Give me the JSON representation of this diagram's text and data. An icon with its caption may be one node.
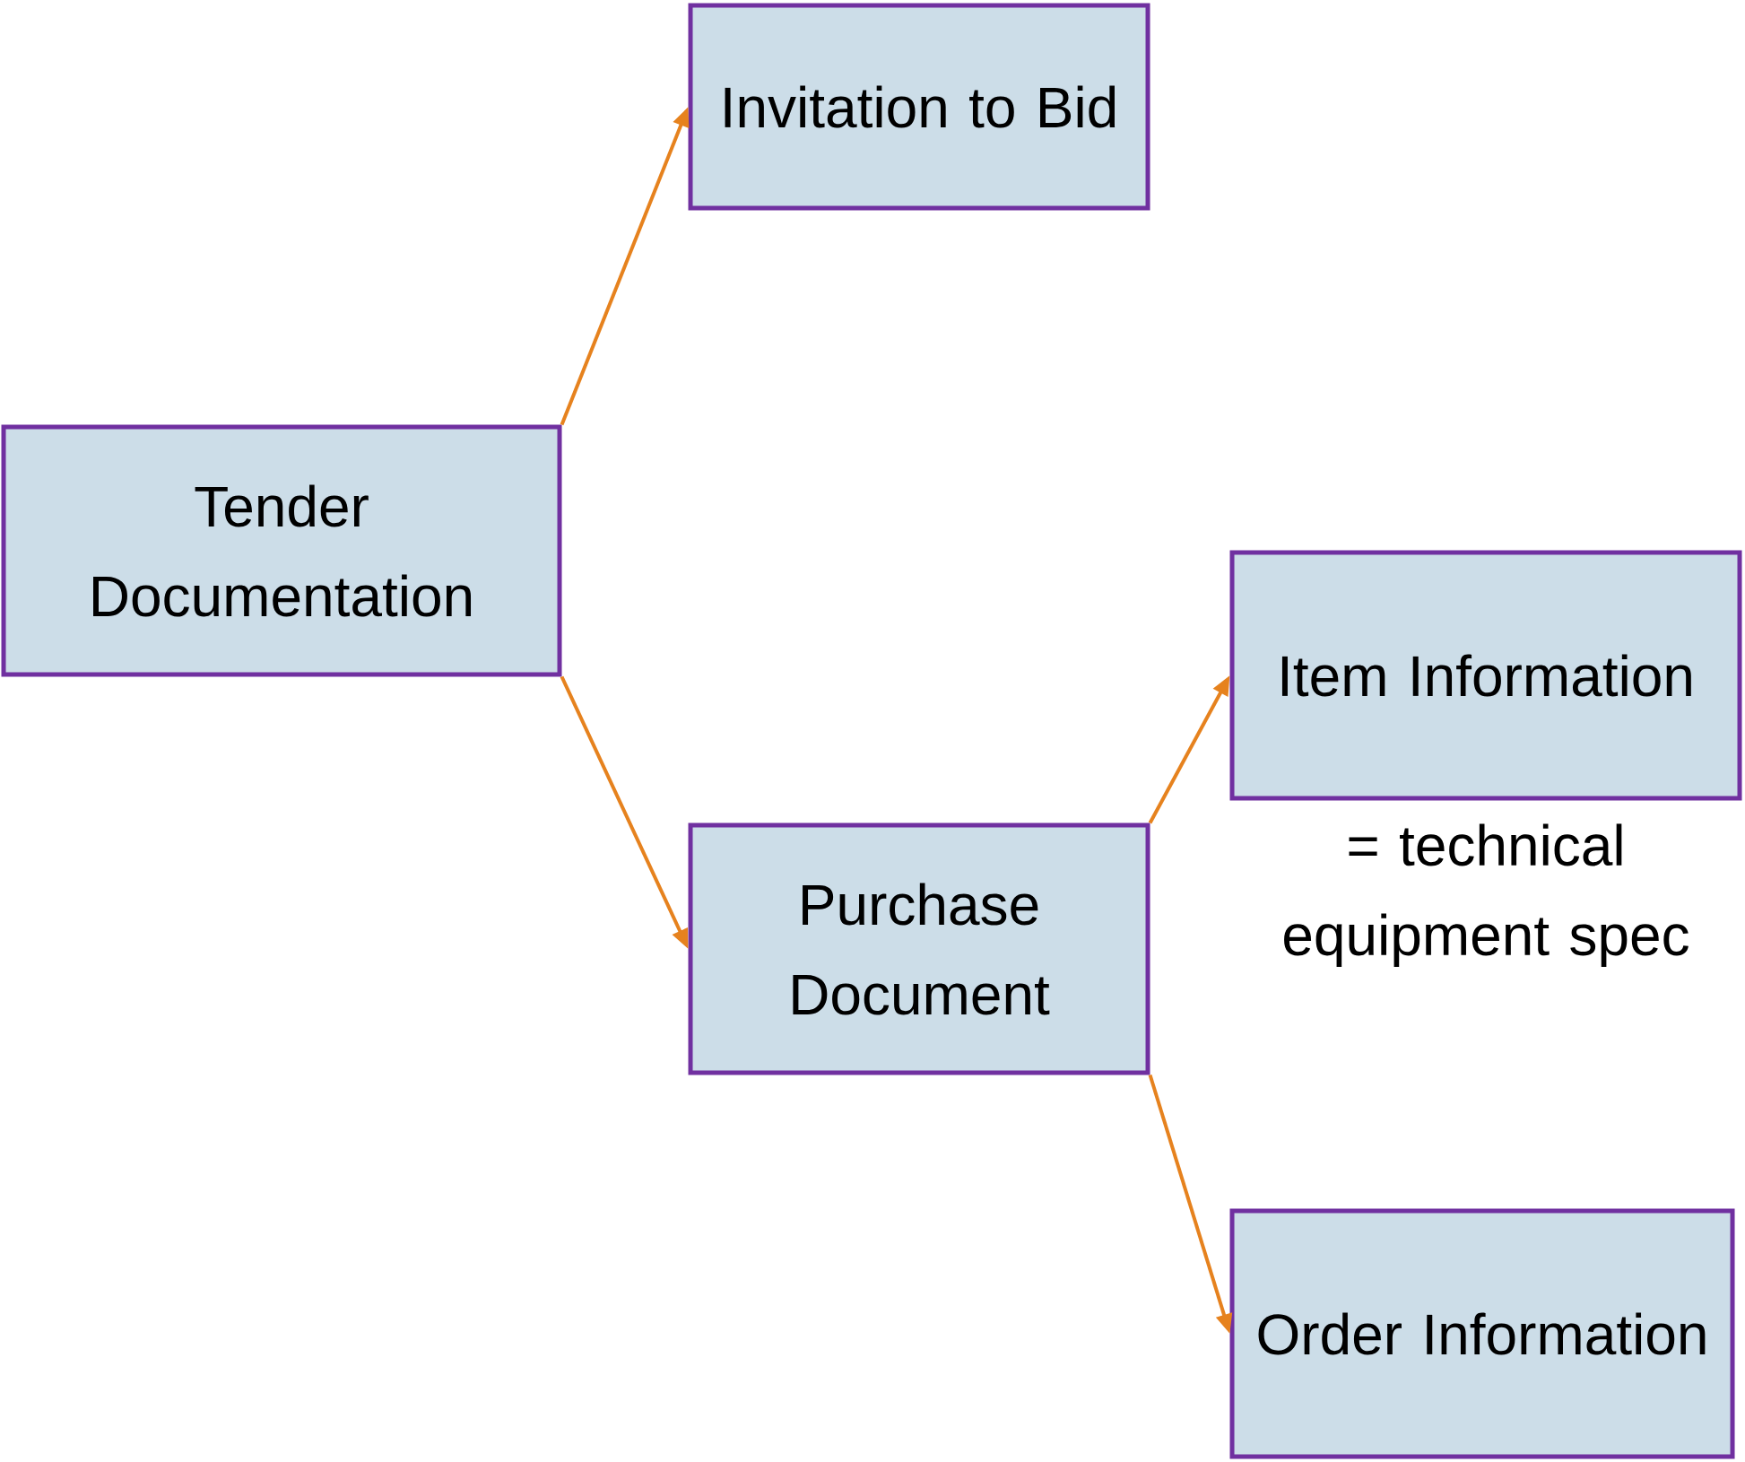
{
  "diagram": {
    "nodes": [
      {
        "text": [
          "Tender Documentation"
        ]
      },
      {
        "text": [
          "Invitation to Bid"
        ]
      },
      {
        "text": [
          "Purchase Document"
        ]
      },
      {
        "text": [
          "Item Information"
        ],
        "beside": [
          "= technical equipment spec"
        ]
      },
      {
        "text": [
          "Order Information"
        ]
      }
    ],
    "edges": [
      {
        "from": 0,
        "to": 1,
        "arrow": "to"
      },
      {
        "from": 0,
        "to": 2,
        "arrow": "to"
      },
      {
        "from": 2,
        "to": 3,
        "arrow": "to"
      },
      {
        "from": 2,
        "to": 4,
        "arrow": "to"
      }
    ]
  }
}
